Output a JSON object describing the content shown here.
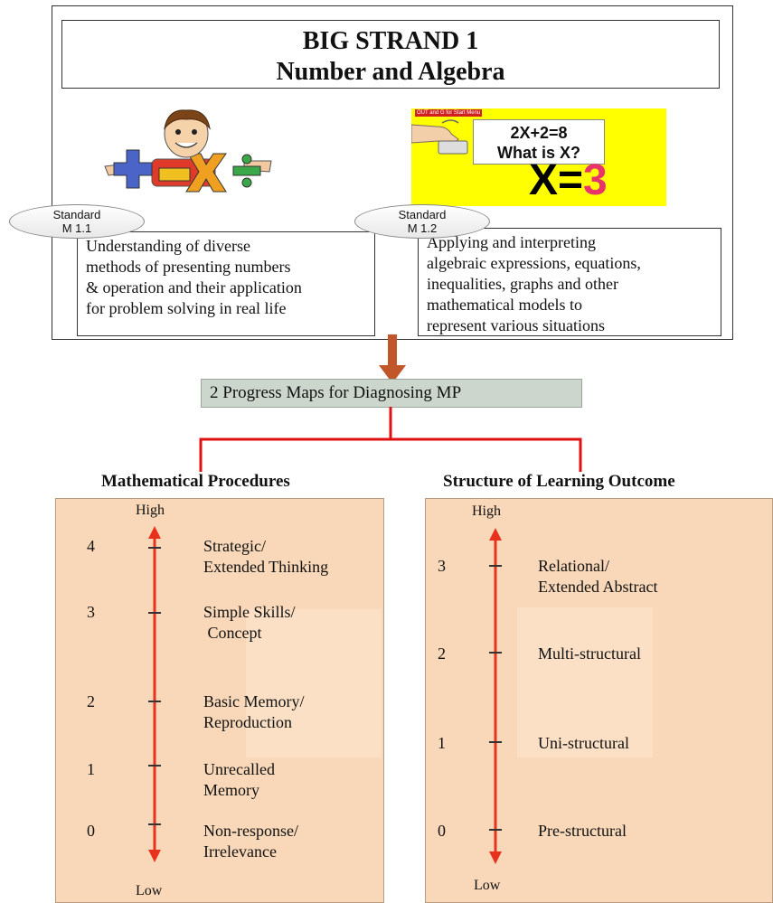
{
  "title": {
    "line1": "BIG STRAND 1",
    "line2": "Number and Algebra"
  },
  "equation_panel": {
    "caption": "OUT and G for Start Menu",
    "equation": "2X+2=8",
    "question": "What is X?",
    "answer_lhs": "X=",
    "answer_rhs": "3",
    "colors": {
      "background": "#ffff00",
      "answer_rhs": "#e8336b"
    }
  },
  "standards": [
    {
      "label_line1": "Standard",
      "label_line2": "M 1.1",
      "lines": [
        "Understanding of diverse",
        "methods of presenting numbers",
        "& operation and their application",
        "for problem solving in real life"
      ]
    },
    {
      "label_line1": "Standard",
      "label_line2": "M 1.2",
      "lines": [
        "Applying and interpreting",
        "algebraic expressions, equations,",
        "inequalities, graphs and other",
        "mathematical models to",
        "represent various situations"
      ]
    }
  ],
  "progress_label": "2 Progress Maps for Diagnosing MP",
  "maps": [
    {
      "title": "Mathematical  Procedures",
      "high": "High",
      "low": "Low",
      "levels": [
        {
          "num": "4",
          "line1": "Strategic/",
          "line2": "Extended Thinking"
        },
        {
          "num": "3",
          "line1": "Simple Skills/",
          "line2": " Concept"
        },
        {
          "num": "2",
          "line1": "Basic Memory/",
          "line2": "Reproduction"
        },
        {
          "num": "1",
          "line1": "Unrecalled",
          "line2": "Memory"
        },
        {
          "num": "0",
          "line1": "Non-response/",
          "line2": "Irrelevance"
        }
      ]
    },
    {
      "title": "Structure of Learning Outcome",
      "high": "High",
      "low": "Low",
      "levels": [
        {
          "num": "3",
          "line1": "Relational/",
          "line2": "Extended Abstract"
        },
        {
          "num": "2",
          "line1": "Multi-structural",
          "line2": ""
        },
        {
          "num": "1",
          "line1": "Uni-structural",
          "line2": ""
        },
        {
          "num": "0",
          "line1": "Pre-structural",
          "line2": ""
        }
      ]
    }
  ],
  "colors": {
    "arrow_red": "#e8321e",
    "connector_red": "#e01010",
    "down_arrow": "#c0562a",
    "panel": "#f8d8b8",
    "label_box": "#ccd6cc"
  }
}
